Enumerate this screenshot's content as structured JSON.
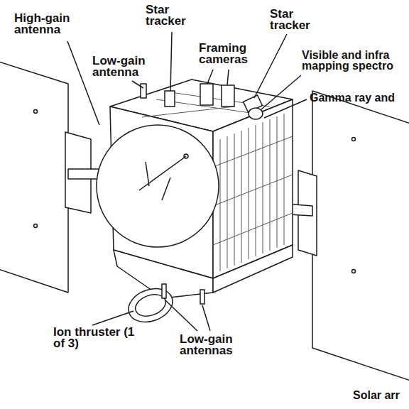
{
  "diagram": {
    "labels": [
      "High-gain antenna",
      "Star tracker",
      "Low-gain antenna",
      "Framing cameras",
      "Star tracker",
      "Visible and infra mapping spectro",
      "Gamma ray and",
      "Ion thruster (1 of 3)",
      "Low-gain antennas",
      "Solar arr"
    ]
  }
}
